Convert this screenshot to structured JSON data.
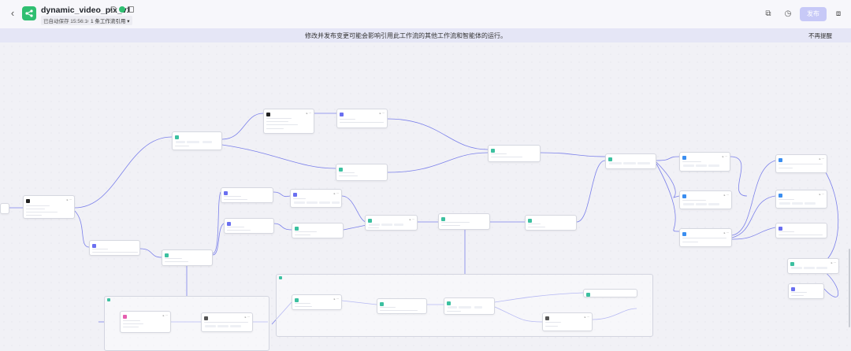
{
  "header": {
    "title": "dynamic_video_pix_v1",
    "saved_text": "已自动保存 15:56:16",
    "refs_text": "1 条工作流引用",
    "publish_label": "发布"
  },
  "banner": {
    "message": "修改并发布变更可能会影响引用此工作流的其他工作流和智能体的运行。",
    "dismiss_label": "不再提醒"
  },
  "colors": {
    "accent": "#5a5fe0",
    "publish_disabled": "#c7c9f7",
    "edge": "#7b80ea",
    "code_node": "#3cc0a0",
    "llm_node": "#6a6ff0",
    "plugin_node": "#3b8ef0"
  },
  "canvas": {
    "nodes": [
      {
        "id": "start-node",
        "label": "",
        "kind": "start"
      },
      {
        "id": "node-plugin-a",
        "label": "",
        "kind": "plugin"
      },
      {
        "id": "node-code-1",
        "label": "",
        "kind": "code"
      },
      {
        "id": "node-plugin-b",
        "label": "",
        "kind": "plugin"
      },
      {
        "id": "node-llm-b",
        "label": "",
        "kind": "llm"
      },
      {
        "id": "node-code-2",
        "label": "",
        "kind": "code"
      },
      {
        "id": "node-code-3",
        "label": "",
        "kind": "code"
      },
      {
        "id": "node-code-4",
        "label": "",
        "kind": "code"
      },
      {
        "id": "node-plugin-c",
        "label": "",
        "kind": "plugin"
      },
      {
        "id": "node-llm-c",
        "label": "",
        "kind": "llm"
      }
    ]
  }
}
